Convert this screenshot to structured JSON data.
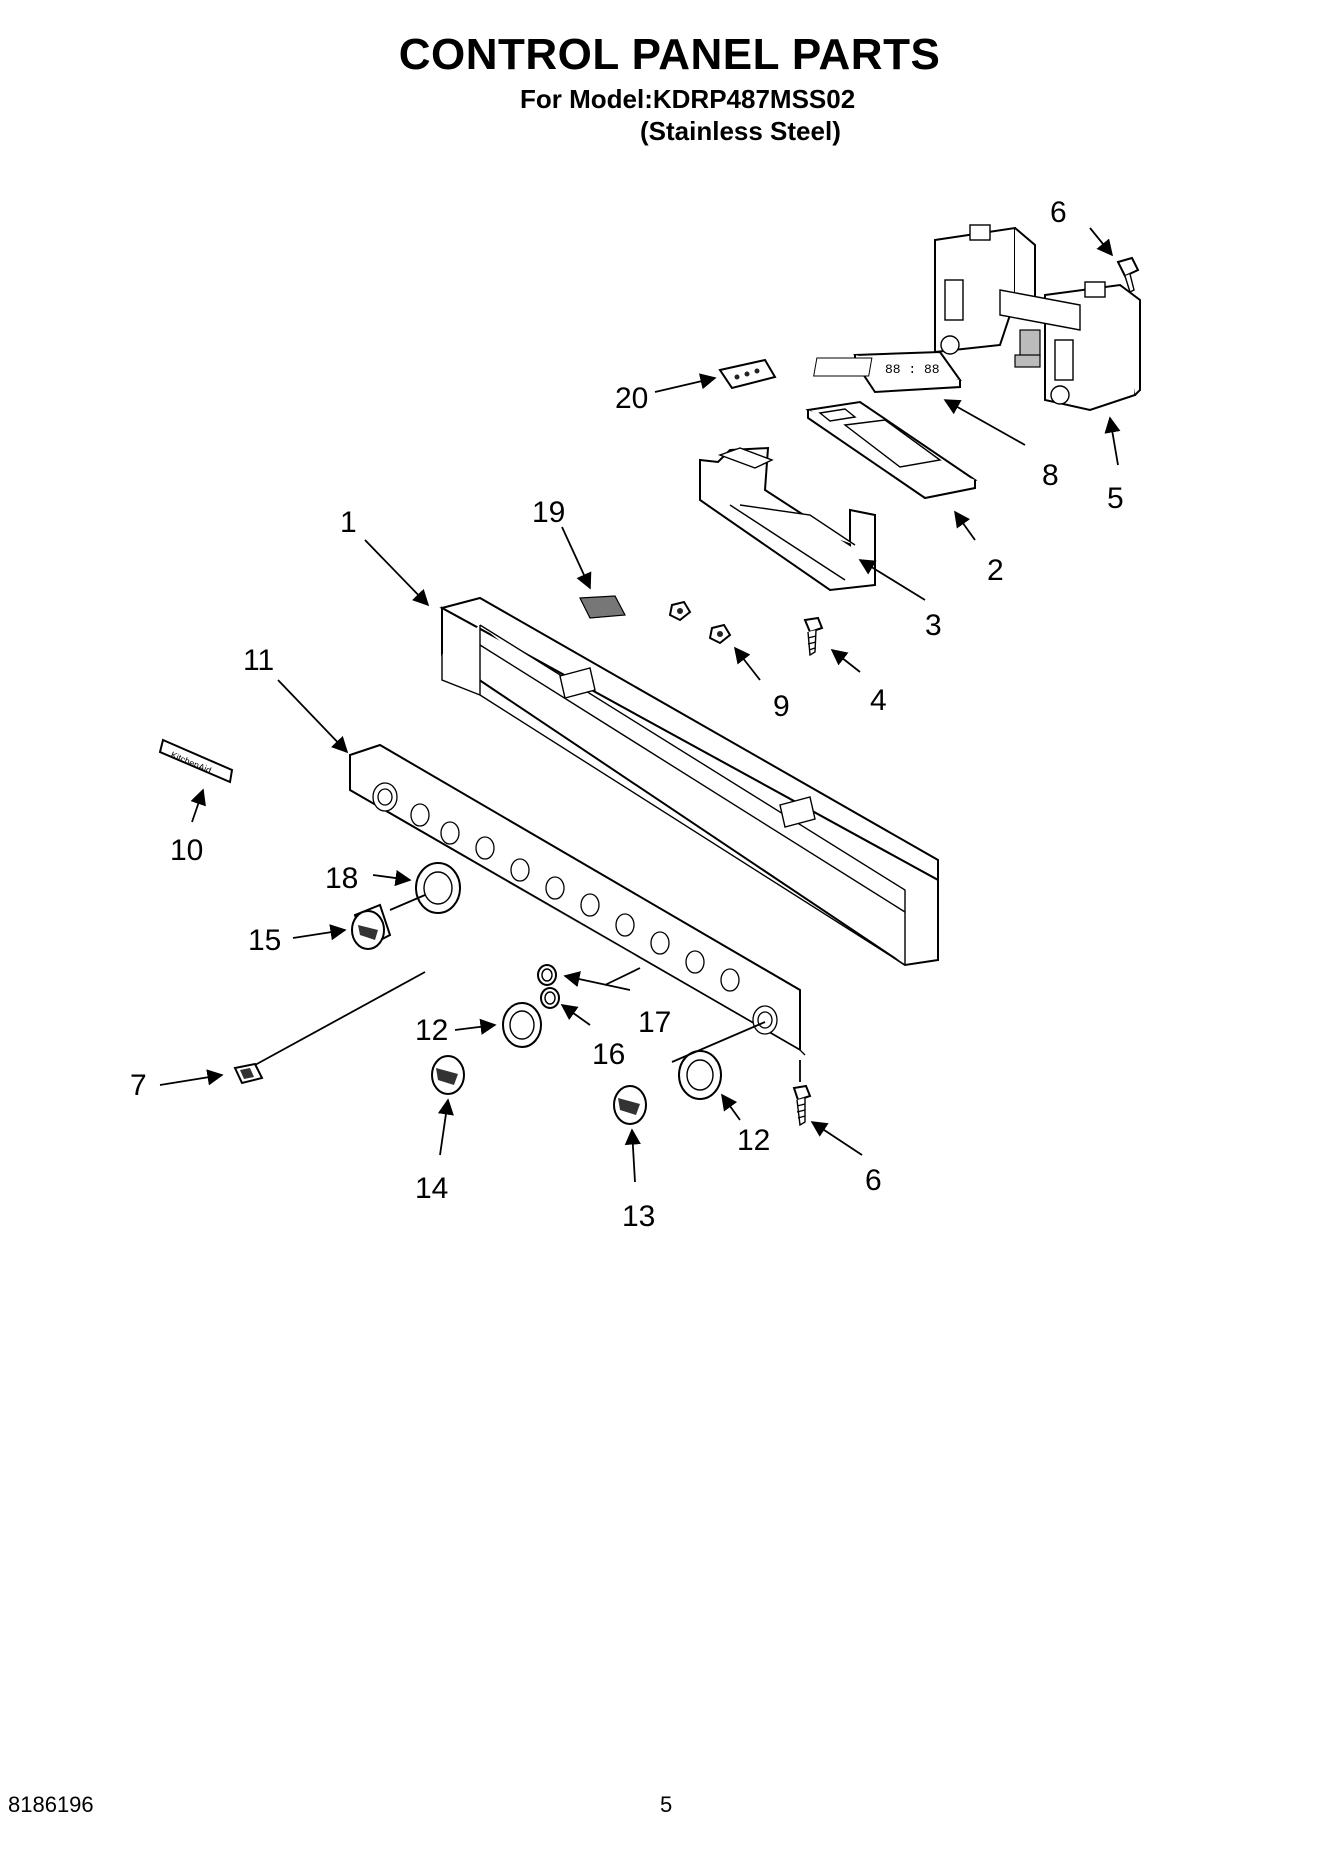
{
  "header": {
    "title": "CONTROL PANEL PARTS",
    "model_line": "For Model:KDRP487MSS02",
    "finish_line": "(Stainless Steel)"
  },
  "footer": {
    "doc_number": "8186196",
    "page_number": "5"
  },
  "callouts": {
    "c1": "1",
    "c2": "2",
    "c3": "3",
    "c4": "4",
    "c5": "5",
    "c6a": "6",
    "c6b": "6",
    "c7": "7",
    "c8": "8",
    "c9": "9",
    "c10": "10",
    "c11": "11",
    "c12a": "12",
    "c12b": "12",
    "c13": "13",
    "c14": "14",
    "c15": "15",
    "c16": "16",
    "c17": "17",
    "c18": "18",
    "c19": "19",
    "c20": "20"
  },
  "display_digits": "88 : 88",
  "badge_text": "KitchenAid"
}
